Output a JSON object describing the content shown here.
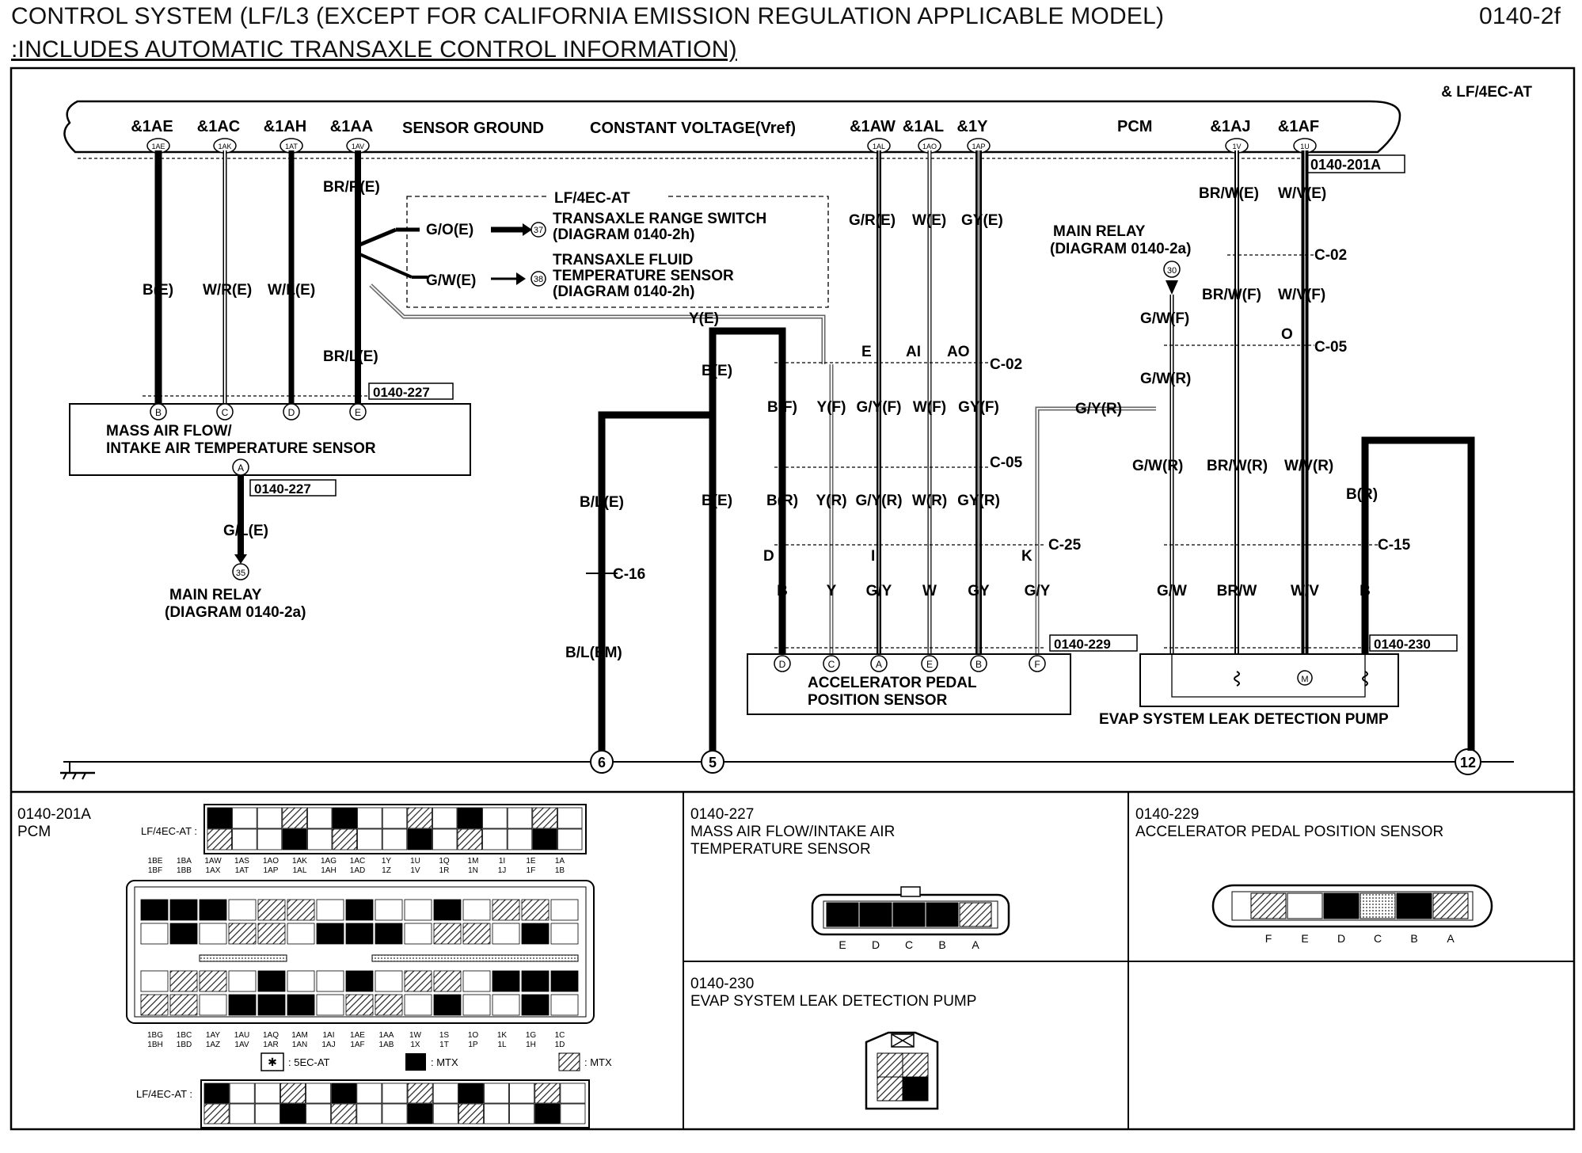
{
  "header": {
    "title_line1": "CONTROL SYSTEM (LF/L3 (EXCEPT FOR CALIFORNIA EMISSION REGULATION APPLICABLE MODEL)",
    "title_line2": ":INCLUDES AUTOMATIC TRANSAXLE CONTROL INFORMATION)",
    "page_id": "0140-2f"
  },
  "diagram": {
    "top_note": "& LF/4EC-AT",
    "pcm": {
      "name": "PCM",
      "ref": "0140-201A",
      "sensor_ground": "SENSOR GROUND",
      "constant_voltage": "CONSTANT VOLTAGE(Vref)",
      "pins": [
        {
          "label": "&1AE",
          "code": "1AE"
        },
        {
          "label": "&1AC",
          "code": "1AK"
        },
        {
          "label": "&1AH",
          "code": "1AT"
        },
        {
          "label": "&1AA",
          "code": "1AV"
        },
        {
          "label": "&1AW",
          "code": "1AL"
        },
        {
          "label": "&1AL",
          "code": "1AO"
        },
        {
          "label": "&1Y",
          "code": "1AP"
        },
        {
          "label": "&1AJ",
          "code": "1V"
        },
        {
          "label": "&1AF",
          "code": "1U"
        }
      ]
    },
    "lf_box": {
      "title": "LF/4EC-AT",
      "trs_wire": "G/O(E)",
      "trs_num": "37",
      "trs_text1": "TRANSAXLE RANGE SWITCH",
      "trs_text2": "(DIAGRAM  0140-2h)",
      "tft_wire": "G/W(E)",
      "tft_num": "38",
      "tft_text1": "TRANSAXLE FLUID",
      "tft_text2": "TEMPERATURE SENSOR",
      "tft_text3": "(DIAGRAM  0140-2h)"
    },
    "maf": {
      "line1": "MASS AIR FLOW/",
      "line2": "INTAKE AIR TEMPERATURE SENSOR",
      "ref": "0140-227",
      "ref2": "0140-227",
      "pins": [
        "B",
        "C",
        "D",
        "E"
      ],
      "wires": [
        "B(E)",
        "W/R(E)",
        "W/L(E)"
      ],
      "br_r": "BR/R(E)",
      "br_l": "BR/L(E)",
      "pin_a": "A",
      "gl_wire": "G/L(E)",
      "mr_num": "35",
      "mr_text1": "MAIN RELAY",
      "mr_text2": "(DIAGRAM  0140-2a)"
    },
    "ground_wires": {
      "be": "B(E)",
      "ye": "Y(E)",
      "bl_e": "B/L(E)",
      "be2": "B(E)",
      "c16": "C-16",
      "bl_em": "B/L(EM)",
      "g6": "6",
      "g5": "5",
      "g12": "12"
    },
    "aps": {
      "line1": "ACCELERATOR PEDAL",
      "line2": "POSITION SENSOR",
      "ref": "0140-229",
      "top_wires": [
        "G/R(E)",
        "W(E)",
        "GY(E)"
      ],
      "c02_letters": [
        "E",
        "AI",
        "AO"
      ],
      "f_wires": [
        "B(F)",
        "Y(F)",
        "G/Y(F)",
        "W(F)",
        "GY(F)"
      ],
      "r_wires": [
        "B(R)",
        "Y(R)",
        "G/Y(R)",
        "W(R)",
        "GY(R)"
      ],
      "gyr": "G/Y(R)",
      "c25_letters": [
        "D",
        "I",
        "K"
      ],
      "final": [
        "B",
        "Y",
        "G/Y",
        "W",
        "GY",
        "G/Y"
      ],
      "pins": [
        "D",
        "C",
        "A",
        "E",
        "B",
        "F"
      ],
      "c02": "C-02",
      "c05": "C-05",
      "c25": "C-25"
    },
    "evap": {
      "name": "EVAP SYSTEM LEAK DETECTION PUMP",
      "ref": "0140-230",
      "mr_text1": "MAIN RELAY",
      "mr_text2": "(DIAGRAM 0140-2a)",
      "mr_num": "30",
      "e_wires": [
        "BR/W(E)",
        "W/V(E)"
      ],
      "c02": "C-02",
      "f_wires": [
        "BR/W(F)",
        "W/V(F)"
      ],
      "gw_f": "G/W(F)",
      "o_letter": "O",
      "c05": "C-05",
      "gw_r1": "G/W(R)",
      "r_wires": [
        "G/W(R)",
        "BR/W(R)",
        "W/V(R)"
      ],
      "b_r": "B(R)",
      "c15": "C-15",
      "final": [
        "G/W",
        "BR/W",
        "W/V",
        "B"
      ]
    }
  },
  "connectors": {
    "pcm": {
      "id": "0140-201A",
      "name": "PCM",
      "lf_label": "LF/4EC-AT :",
      "lf_label2": "LF/4EC-AT :",
      "row1": [
        "1BE",
        "1BA",
        "1AW",
        "1AS",
        "1AO",
        "1AK",
        "1AG",
        "1AC",
        "1Y",
        "1U",
        "1Q",
        "1M",
        "1I",
        "1E",
        "1A"
      ],
      "row2": [
        "1BF",
        "1BB",
        "1AX",
        "1AT",
        "1AP",
        "1AL",
        "1AH",
        "1AD",
        "1Z",
        "1V",
        "1R",
        "1N",
        "1J",
        "1F",
        "1B"
      ],
      "row3": [
        "1BG",
        "1BC",
        "1AY",
        "1AU",
        "1AQ",
        "1AM",
        "1AI",
        "1AE",
        "1AA",
        "1W",
        "1S",
        "1O",
        "1K",
        "1G",
        "1C"
      ],
      "row4": [
        "1BH",
        "1BD",
        "1AZ",
        "1AV",
        "1AR",
        "1AN",
        "1AJ",
        "1AF",
        "1AB",
        "1X",
        "1T",
        "1P",
        "1L",
        "1H",
        "1D"
      ],
      "legend_5ec": ": 5EC-AT",
      "legend_mtx": ": MTX",
      "legend_mtx2": ": MTX"
    },
    "maf": {
      "id": "0140-227",
      "line1": "MASS AIR FLOW/INTAKE AIR",
      "line2": "TEMPERATURE SENSOR",
      "pins": [
        "E",
        "D",
        "C",
        "B",
        "A"
      ]
    },
    "aps": {
      "id": "0140-229",
      "name": "ACCELERATOR PEDAL POSITION SENSOR",
      "pins": [
        "F",
        "E",
        "D",
        "C",
        "B",
        "A"
      ]
    },
    "evap": {
      "id": "0140-230",
      "name": "EVAP SYSTEM LEAK DETECTION PUMP"
    }
  }
}
